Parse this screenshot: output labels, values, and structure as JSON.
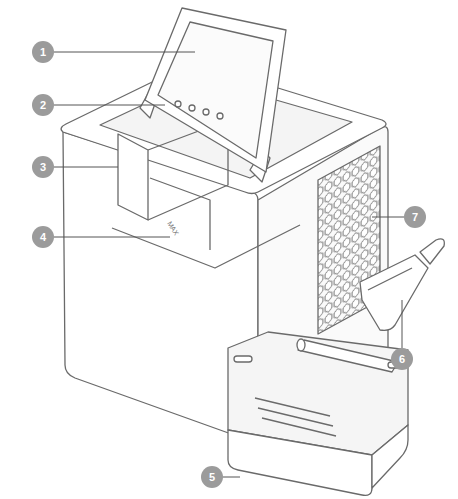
{
  "diagram": {
    "labels": [
      "1",
      "2",
      "3",
      "4",
      "MAX",
      "7",
      "6",
      "5"
    ]
  }
}
